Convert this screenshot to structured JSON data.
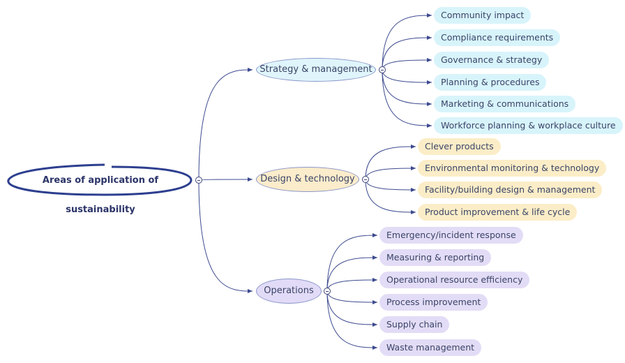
{
  "root": {
    "label": "Areas of application of sustainability"
  },
  "branches": [
    {
      "key": "strategy",
      "label": "Strategy & management",
      "children": [
        "Community impact",
        "Compliance requirements",
        "Governance & strategy",
        "Planning & procedures",
        "Marketing & communications",
        "Workforce planning & workplace culture"
      ]
    },
    {
      "key": "design",
      "label": "Design & technology",
      "children": [
        "Clever products",
        "Environmental monitoring & technology",
        "Facility/building design & management",
        "Product improvement & life cycle"
      ]
    },
    {
      "key": "ops",
      "label": "Operations",
      "children": [
        "Emergency/incident response",
        "Measuring & reporting",
        "Operational resource efficiency",
        "Process improvement",
        "Supply chain",
        "Waste management"
      ]
    }
  ],
  "colors": {
    "connector": "#3d4a8f",
    "root_outline": "#2d3f8f",
    "strategy_fill": "#d8f4fb",
    "design_fill": "#fbedc7",
    "ops_fill": "#e3dcf6"
  }
}
